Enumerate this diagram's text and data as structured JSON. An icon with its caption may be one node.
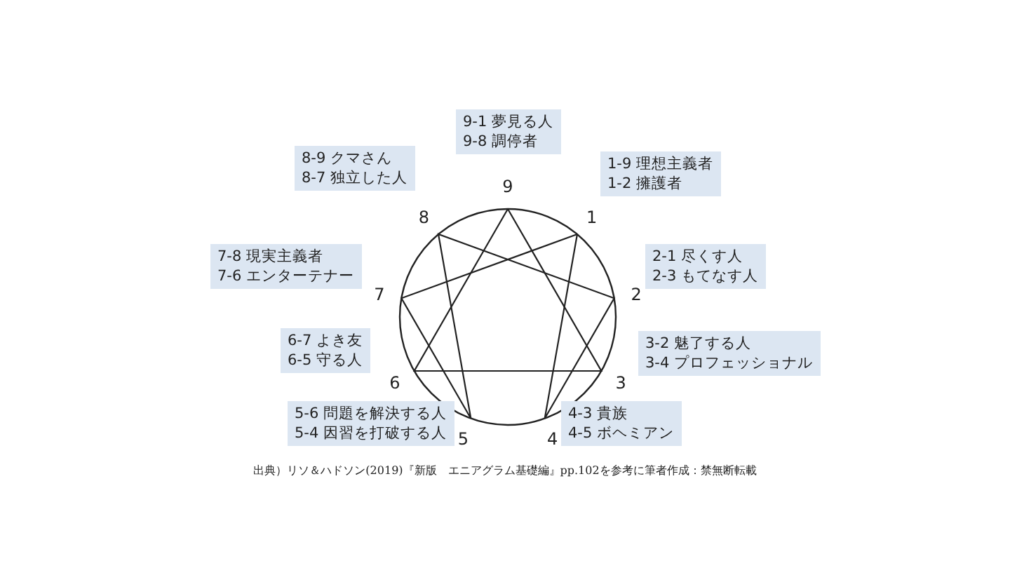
{
  "diagram": {
    "caption": "出典）リソ＆ハドソン(2019)『新版　エニアグラム基礎編』pp.102を参考に筆者作成：禁無断転載",
    "nodes": [
      {
        "text": [
          "9-1 夢見る人",
          "9-8 調停者"
        ]
      },
      {
        "text": [
          "8-9 クマさん",
          "8-7 独立した人"
        ]
      },
      {
        "text": [
          "1-9 理想主義者",
          "1-2 擁護者"
        ]
      },
      {
        "text": [
          "7-8 現実主義者",
          "7-6 エンターテナー"
        ]
      },
      {
        "text": [
          "2-1 尽くす人",
          "2-3 もてなす人"
        ]
      },
      {
        "text": [
          "6-7 よき友",
          "6-5 守る人"
        ]
      },
      {
        "text": [
          "3-2 魅了する人",
          "3-4 プロフェッショナル"
        ]
      },
      {
        "text": [
          "5-6 問題を解決する人",
          "5-4 因習を打破する人"
        ]
      },
      {
        "text": [
          "4-3 貴族",
          "4-5 ボヘミアン"
        ]
      }
    ],
    "labels": [
      "9",
      "8",
      "1",
      "7",
      "2",
      "6",
      "3",
      "5",
      "4"
    ]
  }
}
